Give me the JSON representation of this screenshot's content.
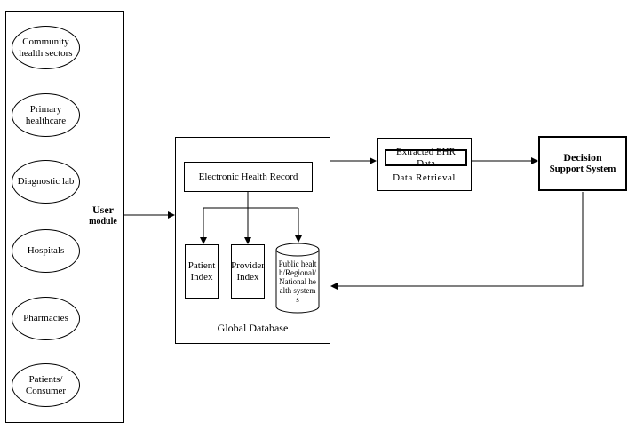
{
  "user_module": {
    "items": [
      "Community health sectors",
      "Primary healthcare",
      "Diagnostic lab",
      "Hospitals",
      "Pharmacies",
      "Patients/ Consumer"
    ],
    "label_line1": "User",
    "label_line2": "module"
  },
  "global_database": {
    "title": "Global Database",
    "ehr": "Electronic Health Record",
    "patient_index": "Patient Index",
    "provider_index": "Provider Index",
    "public_health": "Public health/Regional/National health systems"
  },
  "data_retrieval": {
    "inner": "Extracted EHR Data",
    "label": "Data Retrieval"
  },
  "decision_support": {
    "line1": "Decision",
    "line2": "Support System"
  }
}
